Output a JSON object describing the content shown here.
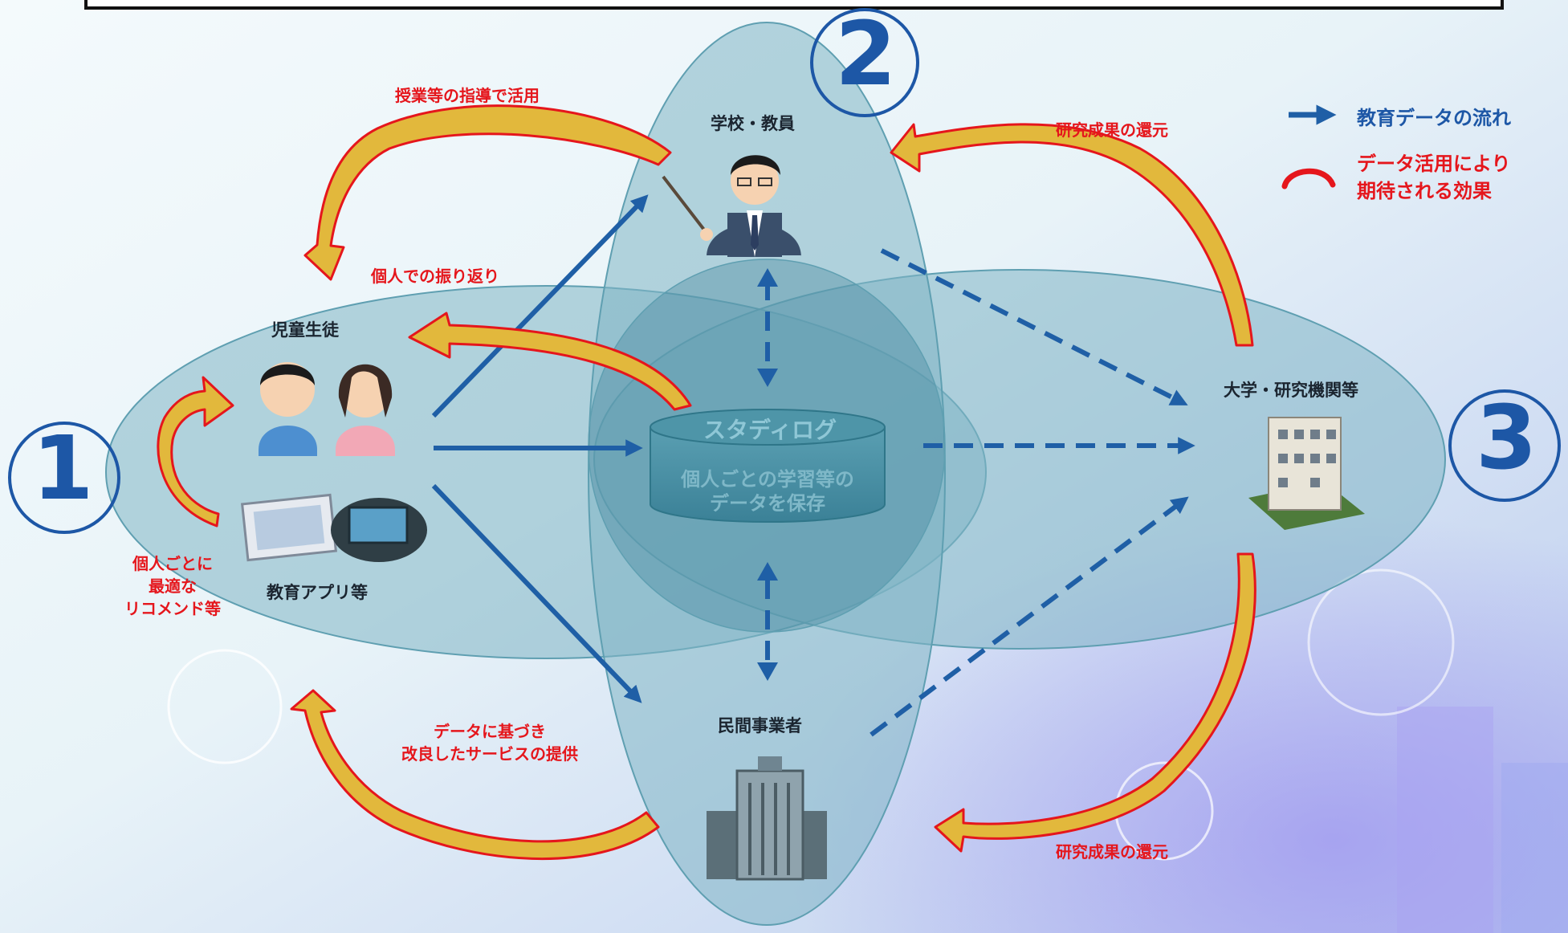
{
  "nodes": {
    "students": "児童生徒",
    "school_teachers": "学校・教員",
    "university": "大学・研究機関等",
    "private_business": "民間事業者",
    "edu_apps": "教育アプリ等"
  },
  "database": {
    "title": "スタディログ",
    "subtitle_line1": "個人ごとの学習等の",
    "subtitle_line2": "データを保存"
  },
  "effects": {
    "teaching_use": "授業等の指導で活用",
    "self_reflection": "個人での振り返り",
    "recommend_line1": "個人ごとに",
    "recommend_line2": "最適な",
    "recommend_line3": "リコメンド等",
    "research_return_top": "研究成果の還元",
    "research_return_bottom": "研究成果の還元",
    "service_line1": "データに基づき",
    "service_line2": "改良したサービスの提供"
  },
  "numbers": {
    "one": "①",
    "two": "②",
    "three": "③"
  },
  "legend": {
    "data_flow": "教育データの流れ",
    "effect_line1": "データ活用により",
    "effect_line2": "期待される効果"
  },
  "colors": {
    "data_flow": "#1f5fa6",
    "effect_arrow": "#e5161c",
    "effect_fill": "#e2b83c",
    "ellipse_fill": "#7fb4c4",
    "number": "#1d57a6"
  }
}
